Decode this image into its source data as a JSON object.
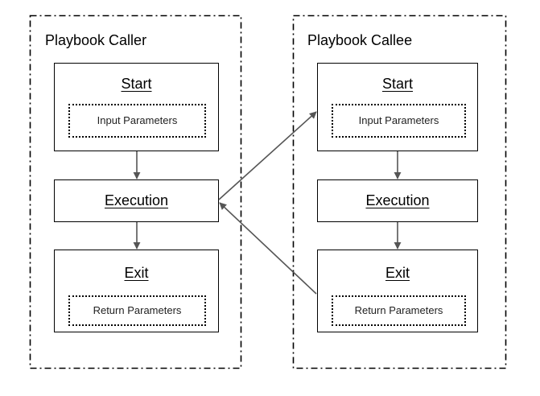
{
  "caller": {
    "title": "Playbook Caller",
    "start": {
      "title": "Start",
      "params": "Input Parameters"
    },
    "execution": {
      "title": "Execution"
    },
    "exit": {
      "title": "Exit",
      "params": "Return Parameters"
    }
  },
  "callee": {
    "title": "Playbook Callee",
    "start": {
      "title": "Start",
      "params": "Input Parameters"
    },
    "execution": {
      "title": "Execution"
    },
    "exit": {
      "title": "Exit",
      "params": "Return Parameters"
    }
  },
  "colors": {
    "box_border": "#000000",
    "arrow": "#555555",
    "background": "#ffffff"
  }
}
